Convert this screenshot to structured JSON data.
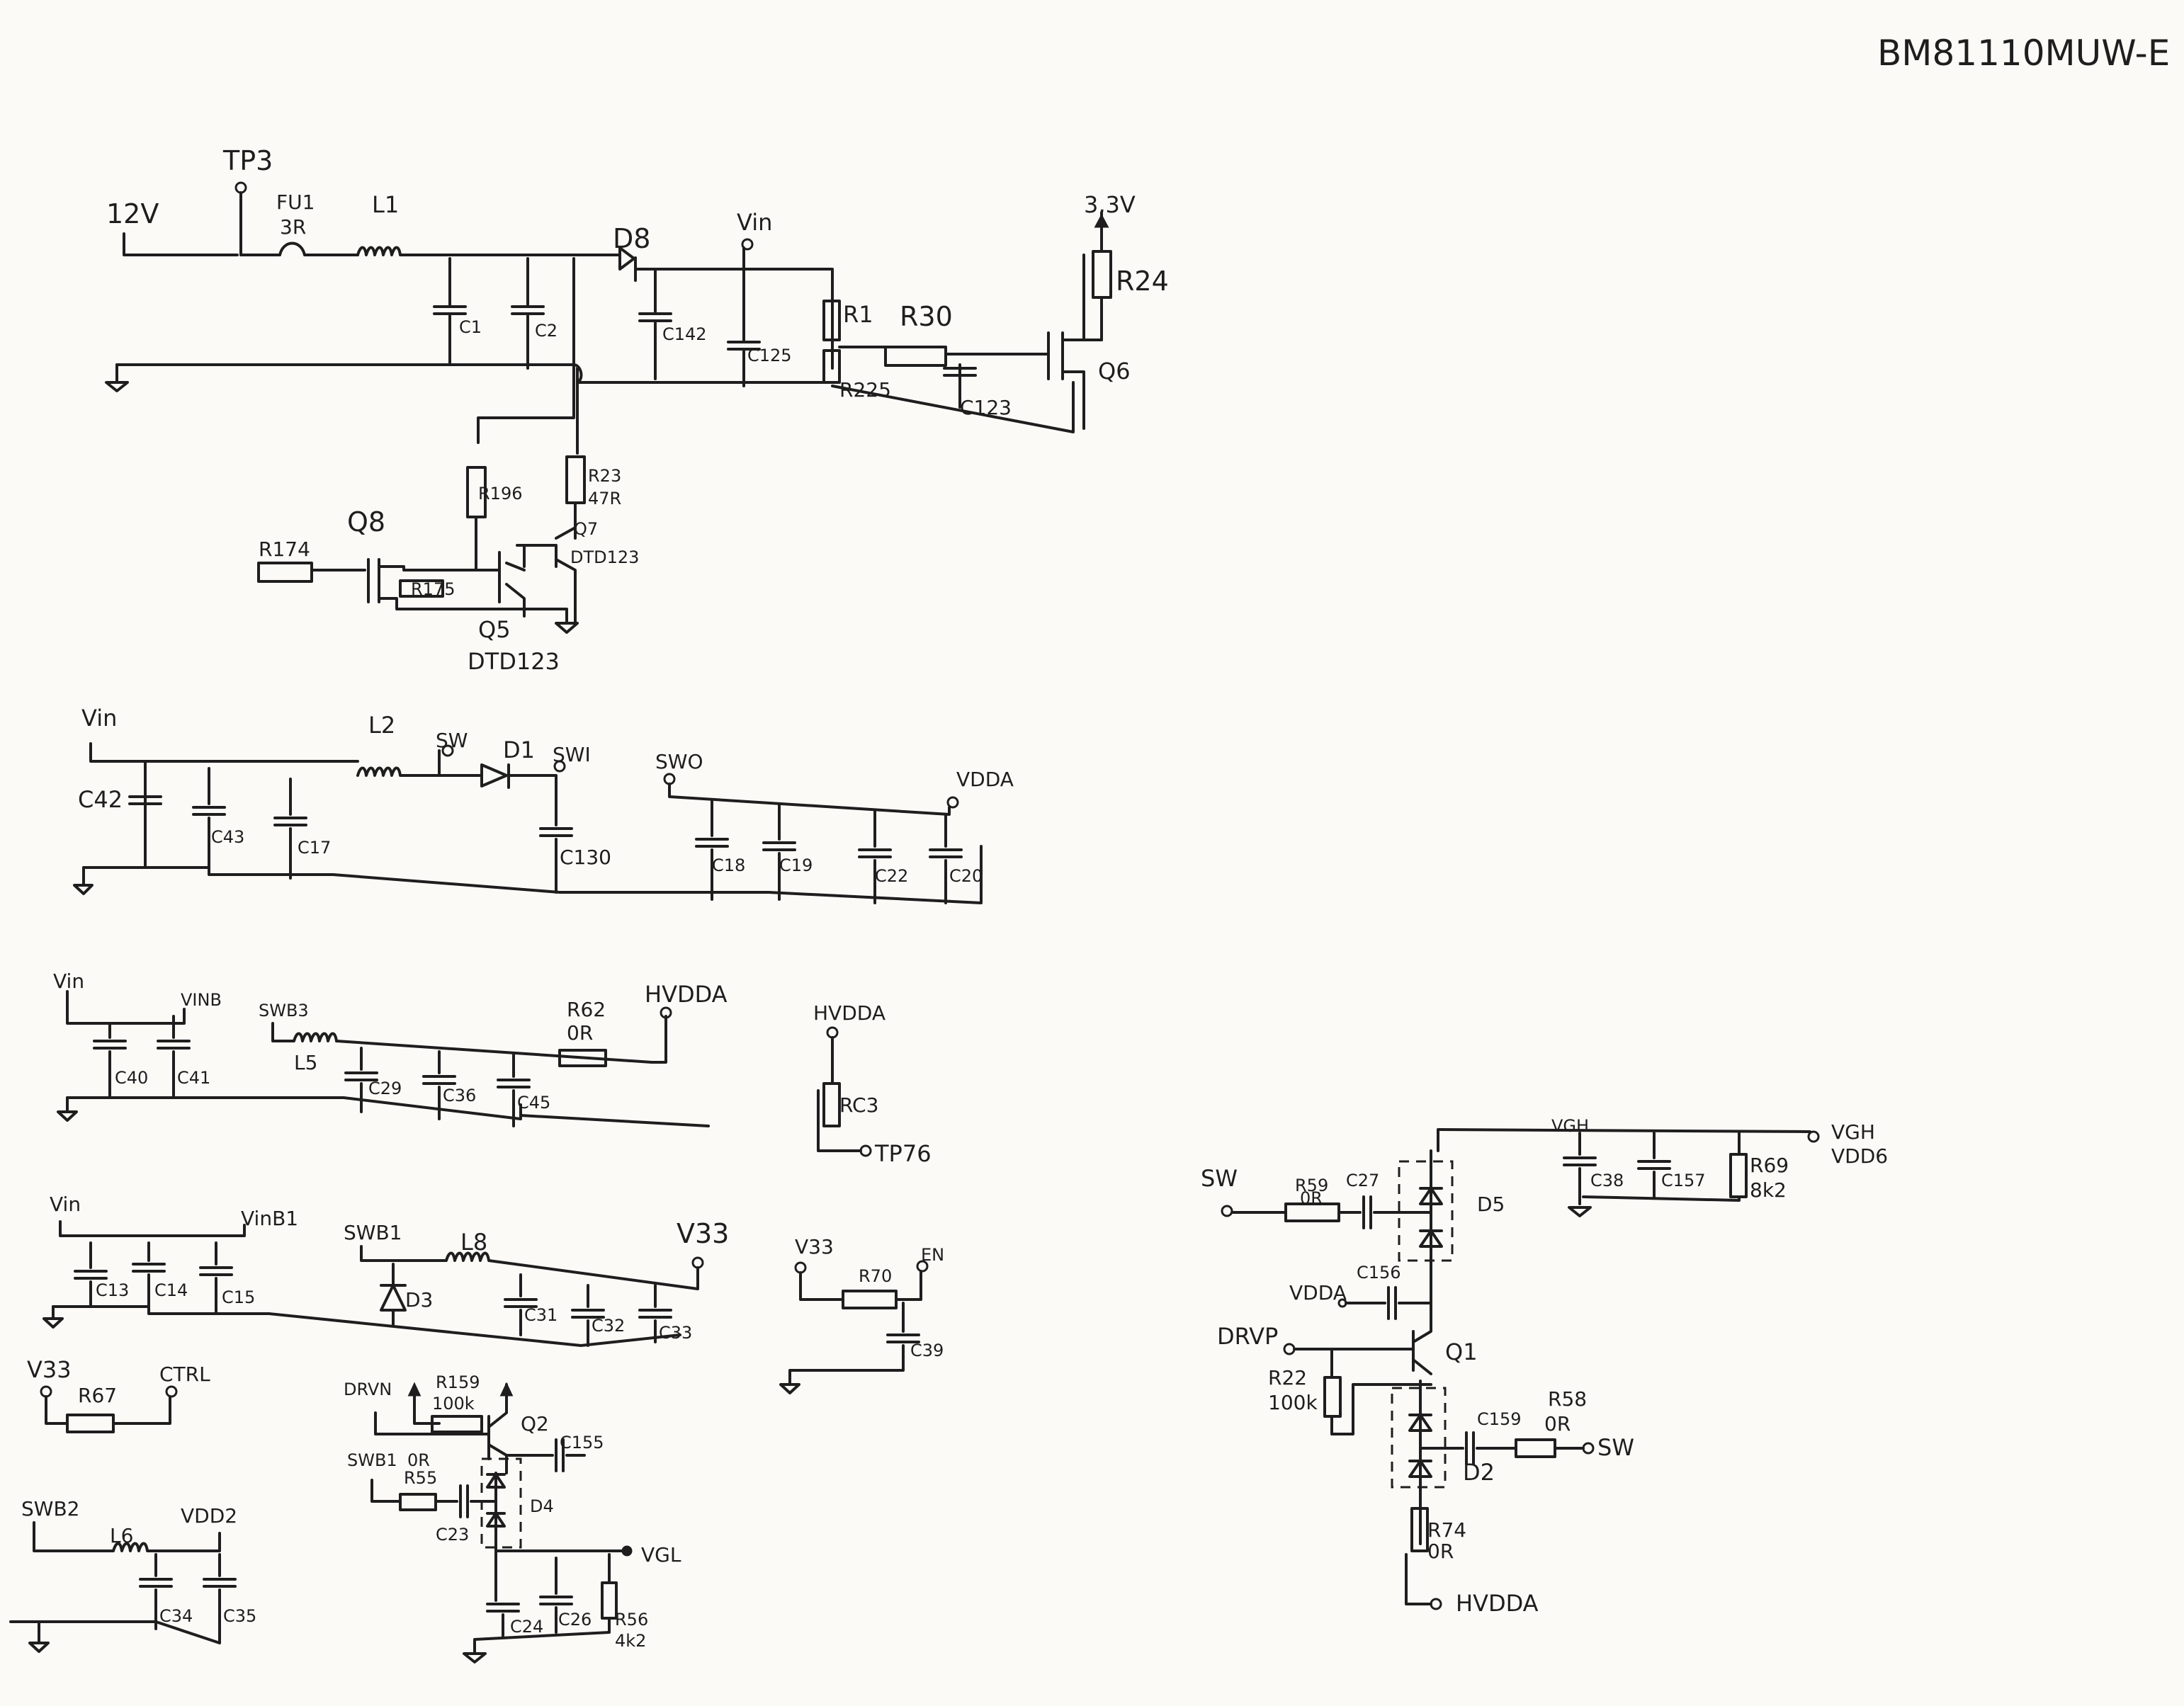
{
  "title": "BM81110MUW-E",
  "labels": {
    "v12": "12V",
    "tp3": "TP3",
    "fu1": "FU1",
    "fu1_val": "3R",
    "l1": "L1",
    "d8": "D8",
    "vin_top": "Vin",
    "v33_top": "3,3V",
    "r24": "R24",
    "c1": "C1",
    "c2": "C2",
    "c142": "C142",
    "c125": "C125",
    "r1": "R1",
    "r30": "R30",
    "r225": "R225",
    "c123": "C123",
    "q6": "Q6",
    "r196": "R196",
    "r23": "R23",
    "r23_val": "47R",
    "q8": "Q8",
    "r174": "R174",
    "r175": "R175",
    "q7": "Q7",
    "q7_val": "DTD123",
    "q5": "Q5",
    "q5_val": "DTD123",
    "vin2": "Vin",
    "l2": "L2",
    "sw": "SW",
    "d1": "D1",
    "swi": "SWI",
    "swo": "SWO",
    "vdda": "VDDA",
    "c42": "C42",
    "c43": "C43",
    "c17": "C17",
    "c130": "C130",
    "c18": "C18",
    "c19": "C19",
    "c22": "C22",
    "c20": "C20",
    "vin3": "Vin",
    "vinb": "VINB",
    "swb3": "SWB3",
    "l5": "L5",
    "r62": "R62",
    "r62_val": "0R",
    "hvdda": "HVDDA",
    "c40": "C40",
    "c41": "C41",
    "c29": "C29",
    "c36": "C36",
    "c45": "C45",
    "hvdda2": "HVDDA",
    "rc3": "RC3",
    "tp76": "TP76",
    "vin4": "Vin",
    "vinb1": "VinB1",
    "swb1": "SWB1",
    "l8": "L8",
    "v33": "V33",
    "c13": "C13",
    "c14": "C14",
    "c15": "C15",
    "d3": "D3",
    "c31": "C31",
    "c32": "C32",
    "c33": "C33",
    "v33b": "V33",
    "r70": "R70",
    "en": "EN",
    "c39": "C39",
    "v33c": "V33",
    "r67": "R67",
    "ctrl": "CTRL",
    "drvn": "DRVN",
    "r159": "R159",
    "r159_val": "100k",
    "q2": "Q2",
    "c155": "C155",
    "swb1b": "SWB1",
    "r55_val": "0R",
    "r55": "R55",
    "c23": "C23",
    "d4": "D4",
    "vgl": "VGL",
    "c24": "C24",
    "c26": "C26",
    "r56": "R56",
    "r56_val": "4k2",
    "swb2": "SWB2",
    "l6": "L6",
    "vdd2": "VDD2",
    "c34": "C34",
    "c35": "C35",
    "sw_r": "SW",
    "r59": "R59",
    "r59_val": "0R",
    "c27": "C27",
    "d5": "D5",
    "vgh_net": "VGH",
    "vgh": "VGH",
    "vdd6": "VDD6",
    "c38": "C38",
    "c157": "C157",
    "r69": "R69",
    "r69_val": "8k2",
    "c156": "C156",
    "vdda2": "VDDA",
    "drvp": "DRVP",
    "q1": "Q1",
    "r22": "R22",
    "r22_val": "100k",
    "c159": "C159",
    "r58": "R58",
    "r58_val": "0R",
    "sw2": "SW",
    "d2": "D2",
    "r74": "R74",
    "r74_val": "0R",
    "hvdda3": "HVDDA"
  }
}
